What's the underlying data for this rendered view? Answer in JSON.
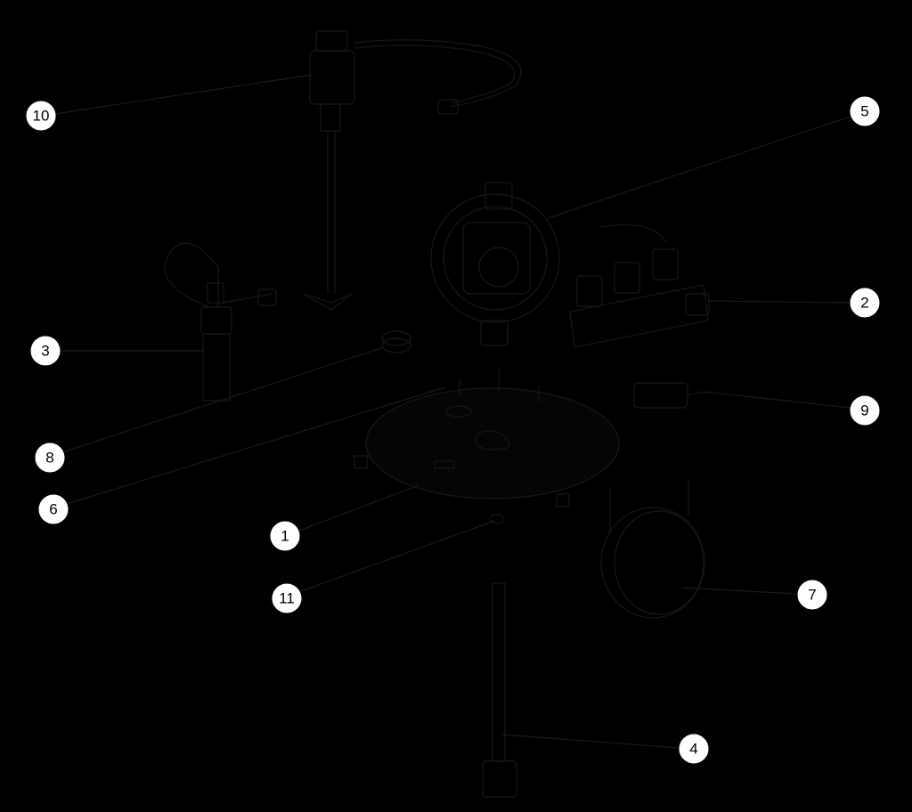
{
  "diagram": {
    "callouts": [
      {
        "id": "c1",
        "label": "1"
      },
      {
        "id": "c2",
        "label": "2"
      },
      {
        "id": "c3",
        "label": "3"
      },
      {
        "id": "c4",
        "label": "4"
      },
      {
        "id": "c5",
        "label": "5"
      },
      {
        "id": "c6",
        "label": "6"
      },
      {
        "id": "c7",
        "label": "7"
      },
      {
        "id": "c8",
        "label": "8"
      },
      {
        "id": "c9",
        "label": "9"
      },
      {
        "id": "c10",
        "label": "10"
      },
      {
        "id": "c11",
        "label": "11"
      }
    ]
  },
  "colors": {
    "background": "#000000",
    "callout_fill": "#ffffff",
    "callout_text": "#000000",
    "line_art": "#141414"
  }
}
